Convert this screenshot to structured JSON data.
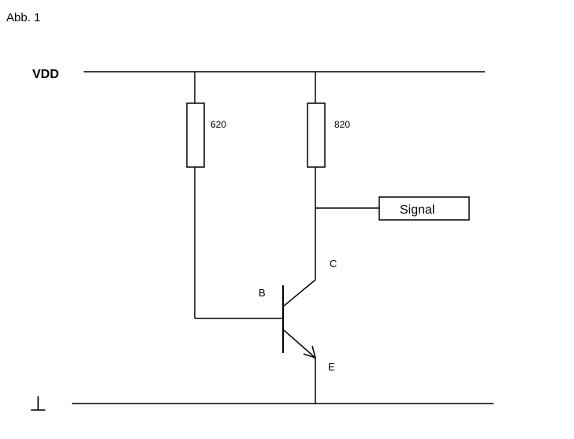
{
  "figure": {
    "title": "Abb. 1"
  },
  "rails": {
    "supply_label": "VDD",
    "ground_symbol": "⊥"
  },
  "resistors": [
    {
      "id": "r1",
      "value": "620"
    },
    {
      "id": "r2",
      "value": "820"
    }
  ],
  "transistor": {
    "base_label": "B",
    "collector_label": "C",
    "emitter_label": "E"
  },
  "output": {
    "label": "Signal"
  },
  "colors": {
    "line": "#000000",
    "background": "#ffffff",
    "component_fill": "#ffffff"
  }
}
